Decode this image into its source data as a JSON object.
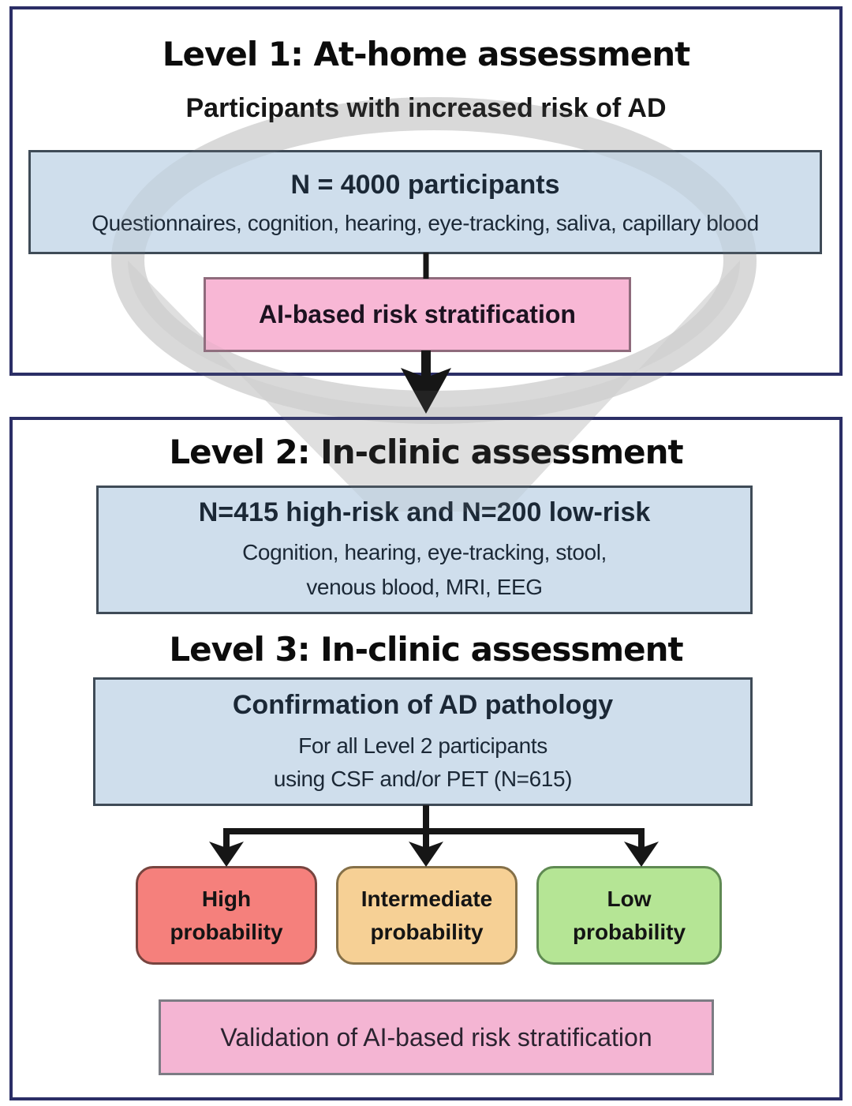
{
  "figure": {
    "type": "study-design-flowchart",
    "colors": {
      "outer_border": "#2b2e66",
      "info_box_fill": "#c8dae9",
      "info_box_border": "#3f4b57",
      "process_box_fill": "#f8b7d5",
      "funnel_gray": "#cfcfcf",
      "arrow_black": "#161616",
      "high_fill": "#f5807c",
      "intermediate_fill": "#f6d095",
      "low_fill": "#b5e595"
    },
    "level1": {
      "title": "Level 1: At-home assessment",
      "subtitle": "Participants with increased risk of AD",
      "cohort_box": {
        "headline": "N = 4000 participants",
        "detail": "Questionnaires, cognition, hearing, eye-tracking, saliva, capillary blood"
      },
      "process_box": {
        "label": "AI-based risk stratification"
      }
    },
    "level2": {
      "title": "Level 2: In-clinic assessment",
      "cohort_box": {
        "headline": "N=415 high-risk and N=200 low-risk",
        "detail_line1": "Cognition, hearing, eye-tracking, stool,",
        "detail_line2": "venous blood, MRI, EEG"
      }
    },
    "level3": {
      "title": "Level 3: In-clinic assessment",
      "confirmation_box": {
        "headline": "Confirmation of AD pathology",
        "detail_line1": "For all Level 2 participants",
        "detail_line2": "using CSF and/or PET (N=615)"
      },
      "outcomes": [
        {
          "id": "high",
          "line1": "High",
          "line2": "probability",
          "fill": "#f5807c"
        },
        {
          "id": "intermediate",
          "line1": "Intermediate",
          "line2": "probability",
          "fill": "#f6d095"
        },
        {
          "id": "low",
          "line1": "Low",
          "line2": "probability",
          "fill": "#b5e595"
        }
      ],
      "validation_box": {
        "label": "Validation of AI-based risk stratification"
      }
    }
  }
}
